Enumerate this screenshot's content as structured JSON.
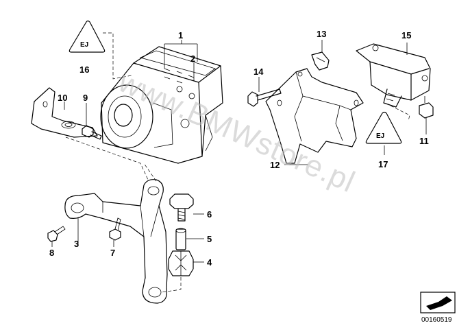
{
  "diagram": {
    "callouts": {
      "c1": "1",
      "c2": "2",
      "c3": "3",
      "c4": "4",
      "c5": "5",
      "c6": "6",
      "c7": "7",
      "c8": "8",
      "c9": "9",
      "c10": "10",
      "c11": "11",
      "c12": "12",
      "c13": "13",
      "c14": "14",
      "c15": "15",
      "c16": "16",
      "c17": "17"
    },
    "watermark": "www.BMWstore.pl",
    "document_number": "00160519",
    "warning_symbol_text": "EJ"
  }
}
